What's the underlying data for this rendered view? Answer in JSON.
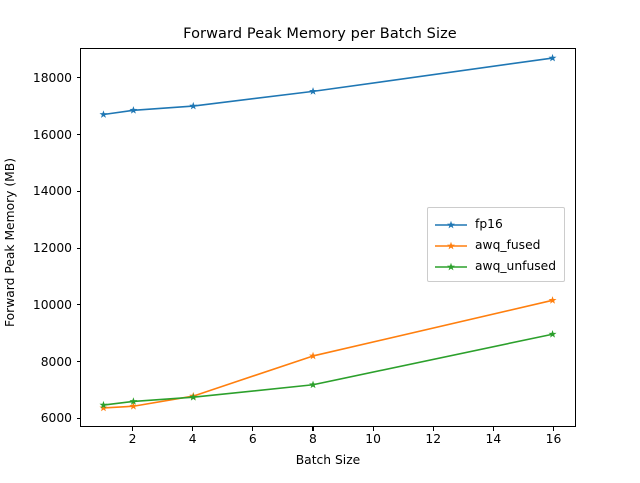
{
  "chart_data": {
    "type": "line",
    "title": "Forward Peak Memory per Batch Size",
    "xlabel": "Batch Size",
    "ylabel": "Forward Peak Memory (MB)",
    "x": [
      1,
      2,
      4,
      8,
      16
    ],
    "xlim": [
      0.25,
      16.75
    ],
    "ylim": [
      5700,
      19050
    ],
    "xticks": [
      2,
      4,
      6,
      8,
      10,
      12,
      14,
      16
    ],
    "yticks": [
      6000,
      8000,
      10000,
      12000,
      14000,
      16000,
      18000
    ],
    "grid": false,
    "legend_position": "center right",
    "marker": "star",
    "series": [
      {
        "name": "fp16",
        "color": "#1f77b4",
        "values": [
          16730,
          16880,
          17030,
          17550,
          18730
        ]
      },
      {
        "name": "awq_fused",
        "color": "#ff7f0e",
        "values": [
          6340,
          6400,
          6760,
          8180,
          10150
        ]
      },
      {
        "name": "awq_unfused",
        "color": "#2ca02c",
        "values": [
          6440,
          6570,
          6720,
          7160,
          8950
        ]
      }
    ]
  },
  "figure": {
    "background": "#ffffff",
    "axes_color": "#000000"
  }
}
